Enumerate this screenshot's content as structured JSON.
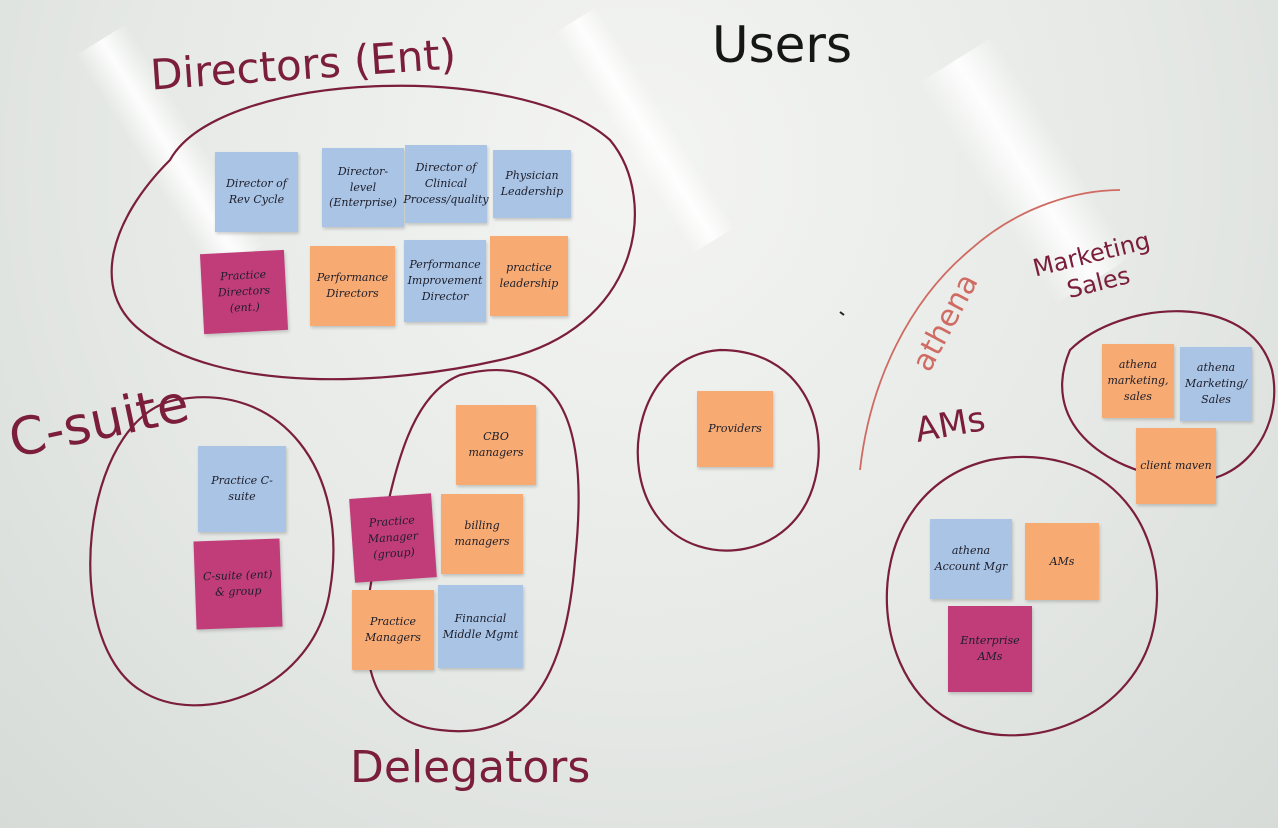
{
  "board_title": "Users",
  "colors": {
    "marker": "#7a1e3c",
    "blue_note": "#a9c4e4",
    "orange_note": "#f7ab72",
    "magenta_note": "#c13d7a",
    "athena": "#cf6b62"
  },
  "groups": {
    "directors": {
      "label": "Directors (Ent)",
      "notes": [
        "Director of Rev Cycle",
        "Director-level (Enterprise)",
        "Director of Clinical Process/quality",
        "Physician Leadership",
        "Practice Directors (ent.)",
        "Performance Directors",
        "Performance Improvement Director",
        "practice leadership"
      ]
    },
    "c_suite": {
      "label": "C-suite",
      "notes": [
        "Practice C-suite",
        "C-suite (ent) & group"
      ]
    },
    "delegators": {
      "label": "Delegators",
      "notes": [
        "CBO managers",
        "Practice Manager (group)",
        "billing managers",
        "Practice Managers",
        "Financial Middle Mgmt"
      ]
    },
    "providers": {
      "notes": [
        "Providers"
      ]
    },
    "athena": {
      "label": "athena",
      "marketing_sales_label": "Marketing Sales",
      "ams_label": "AMs",
      "marketing_notes": [
        "athena marketing, sales",
        "athena Marketing/ Sales",
        "client maven"
      ],
      "ams_notes": [
        "athena Account Mgr",
        "AMs",
        "Enterprise AMs"
      ]
    }
  }
}
